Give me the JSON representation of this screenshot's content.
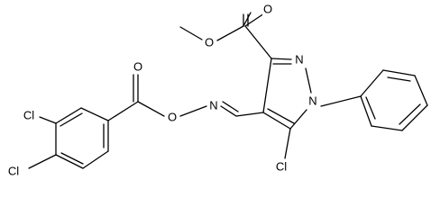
{
  "molecule": {
    "atoms": [
      {
        "id": "a_o_methoxy",
        "label": "O"
      },
      {
        "id": "a_o_ester_carbonyl",
        "label": "O"
      },
      {
        "id": "a_n_pyrazole_2",
        "label": "N"
      },
      {
        "id": "a_n_pyrazole_1",
        "label": "N"
      },
      {
        "id": "a_o_benzoyl_carbonyl",
        "label": "O"
      },
      {
        "id": "a_o_oxime",
        "label": "O"
      },
      {
        "id": "a_n_oxime",
        "label": "N"
      },
      {
        "id": "a_cl_pyrazole",
        "label": "Cl"
      },
      {
        "id": "a_cl_meta",
        "label": "Cl"
      },
      {
        "id": "a_cl_para",
        "label": "Cl"
      }
    ]
  }
}
